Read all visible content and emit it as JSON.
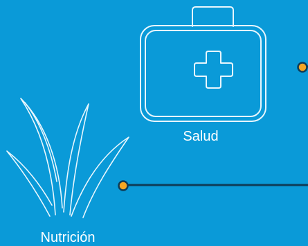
{
  "colors": {
    "background": "#0a9ad8",
    "outline": "#e8f6fd",
    "connector_line": "#0f3c57",
    "node_fill": "#f5a623"
  },
  "nodes": [
    {
      "id": "salud",
      "label": "Salud",
      "icon": "first-aid-kit-icon"
    },
    {
      "id": "nutricion",
      "label": "Nutrición",
      "icon": "grass-sprout-icon"
    }
  ]
}
